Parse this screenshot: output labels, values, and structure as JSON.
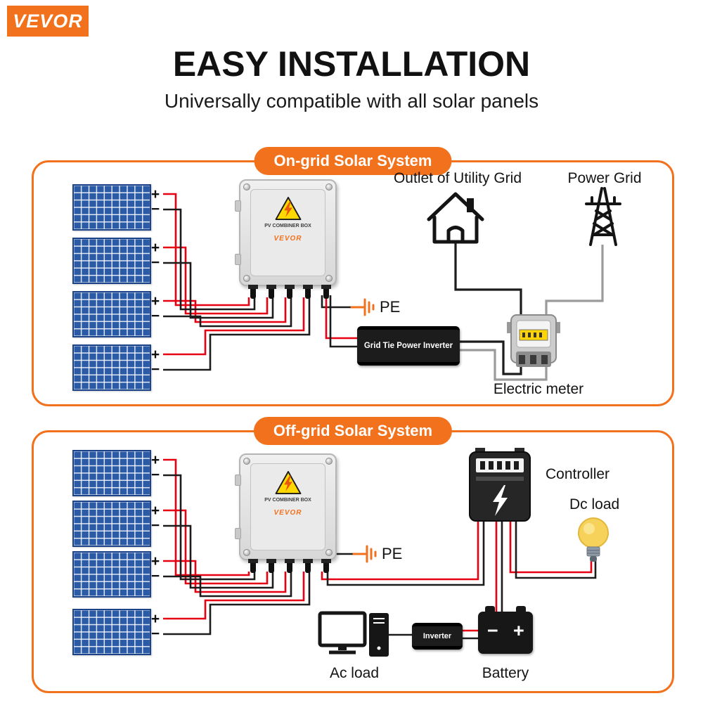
{
  "brand": {
    "logo": "VEVOR"
  },
  "header": {
    "title": "EASY INSTALLATION",
    "subtitle": "Universally compatible with all solar panels"
  },
  "terminals": {
    "plus": "+",
    "minus": "−"
  },
  "combiner": {
    "label": "PV COMBINER BOX",
    "brand": "VEVOR"
  },
  "ongrid": {
    "badge": "On-grid Solar System",
    "outlet_label": "Outlet of Utility Grid",
    "power_grid_label": "Power Grid",
    "pe_label": "PE",
    "inverter_label": "Grid Tie Power Inverter",
    "meter_label": "Electric meter"
  },
  "offgrid": {
    "badge": "Off-grid Solar System",
    "controller_label": "Controller",
    "dc_load_label": "Dc load",
    "pe_label": "PE",
    "ac_load_label": "Ac load",
    "inverter_label": "Inverter",
    "battery_label": "Battery",
    "battery_minus": "−",
    "battery_plus": "+"
  },
  "icons": {
    "warning": "high-voltage-warning-triangle",
    "house": "house-outline",
    "tower": "transmission-tower",
    "meter": "electric-meter",
    "ground": "earth-ground-symbol",
    "controller": "charge-controller",
    "bulb": "light-bulb",
    "monitor": "desktop-monitor",
    "pc": "pc-tower",
    "battery": "battery-block"
  },
  "colors": {
    "accent": "#F2711C",
    "wire_red": "#E60012",
    "wire_black": "#1C1C1C",
    "wire_gray": "#9B9B9B",
    "panel_blue": "#2B5AA6",
    "warning_yellow": "#FFD800"
  }
}
